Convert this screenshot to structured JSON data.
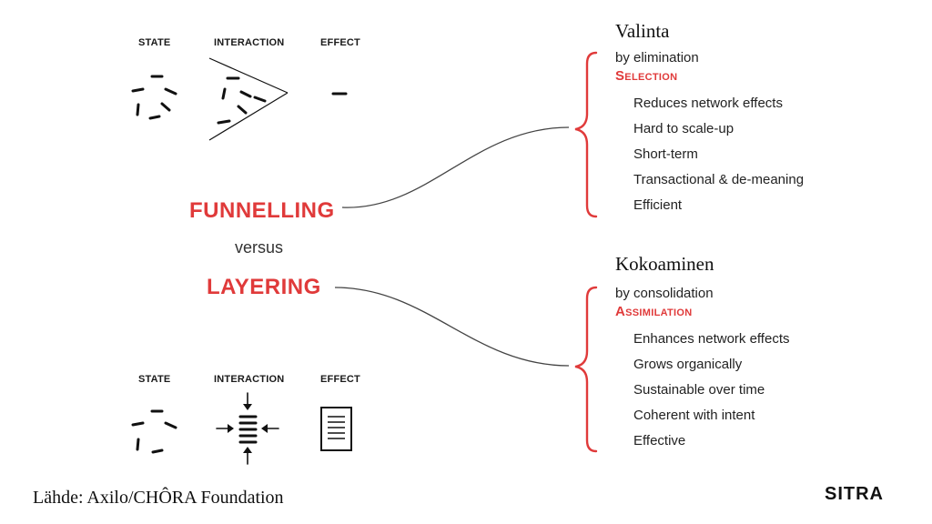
{
  "top_diagram": {
    "state_label": "STATE",
    "interaction_label": "INTERACTION",
    "effect_label": "EFFECT"
  },
  "bottom_diagram": {
    "state_label": "STATE",
    "interaction_label": "INTERACTION",
    "effect_label": "EFFECT"
  },
  "center": {
    "funnelling": "FUNNELLING",
    "versus": "versus",
    "layering": "LAYERING"
  },
  "valinta": {
    "heading": "Valinta",
    "subtitle": "by elimination",
    "category": "Selection",
    "items": [
      "Reduces network effects",
      "Hard to scale-up",
      "Short-term",
      "Transactional & de-meaning",
      "Efficient"
    ]
  },
  "kokoaminen": {
    "heading": "Kokoaminen",
    "subtitle": "by consolidation",
    "category": "Assimilation",
    "items": [
      "Enhances network effects",
      "Grows organically",
      "Sustainable over time",
      "Coherent with intent",
      "Effective"
    ]
  },
  "footer": {
    "source": "Lähde: Axilo/CHÔRA Foundation",
    "logo": "SITRA"
  },
  "colors": {
    "accent_red": "#e03a3a",
    "ink": "#111111"
  }
}
